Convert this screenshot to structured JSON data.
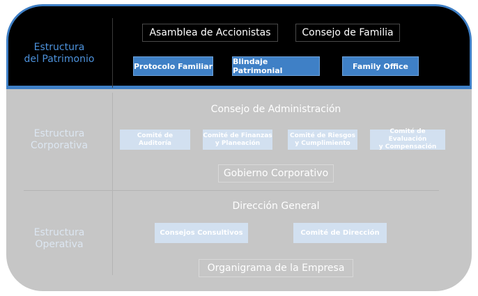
{
  "patrimonio": {
    "title_line1": "Estructura",
    "title_line2": "del Patrimonio",
    "boxes": [
      "Asamblea de Accionistas",
      "Consejo de Familia"
    ],
    "buttons": [
      "Protocolo Familiar",
      "Blindaje Patrimonial",
      "Family Office"
    ]
  },
  "corporativa": {
    "title_line1": "Estructura",
    "title_line2": "Corporativa",
    "header": "Consejo de Administración",
    "committees": [
      {
        "line1": "Comité de Auditoría",
        "line2": ""
      },
      {
        "line1": "Comité de Finanzas",
        "line2": "y Planeación"
      },
      {
        "line1": "Comité de Riesgos",
        "line2": "y Cumplimiento"
      },
      {
        "line1": "Comité de Evaluación",
        "line2": "y Compensación"
      }
    ],
    "footer": "Gobierno Corporativo"
  },
  "operativa": {
    "title_line1": "Estructura",
    "title_line2": "Operativa",
    "header": "Dirección General",
    "buttons": [
      "Consejos Consultivos",
      "Comité de Dirección"
    ],
    "footer": "Organigrama de la Empresa"
  },
  "colors": {
    "accent_blue": "#3f80c6",
    "pale_blue": "#d2e0f0",
    "gray_panel": "#c6c6c6",
    "dark_panel": "#000000"
  }
}
